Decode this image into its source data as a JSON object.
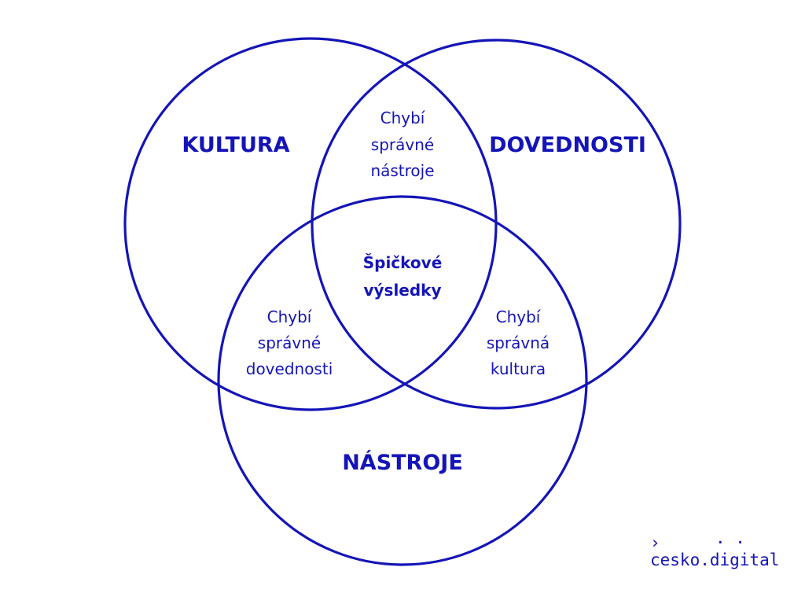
{
  "colors": {
    "accent": "#1414b8",
    "background": "#ffffff"
  },
  "sets": {
    "kultura": "KULTURA",
    "dovednosti": "DOVEDNOSTI",
    "nastroje": "NÁSTROJE"
  },
  "intersections": {
    "kultura_dovednosti": [
      "Chybí",
      "správné",
      "nástroje"
    ],
    "kultura_nastroje": [
      "Chybí",
      "správné",
      "dovednosti"
    ],
    "dovednosti_nastroje": [
      "Chybí",
      "správná",
      "kultura"
    ],
    "all": [
      "Špičkové",
      "výsledky"
    ]
  },
  "logo": {
    "arrow": "›",
    "text": "cesko.digital",
    "dots": "· ·"
  }
}
